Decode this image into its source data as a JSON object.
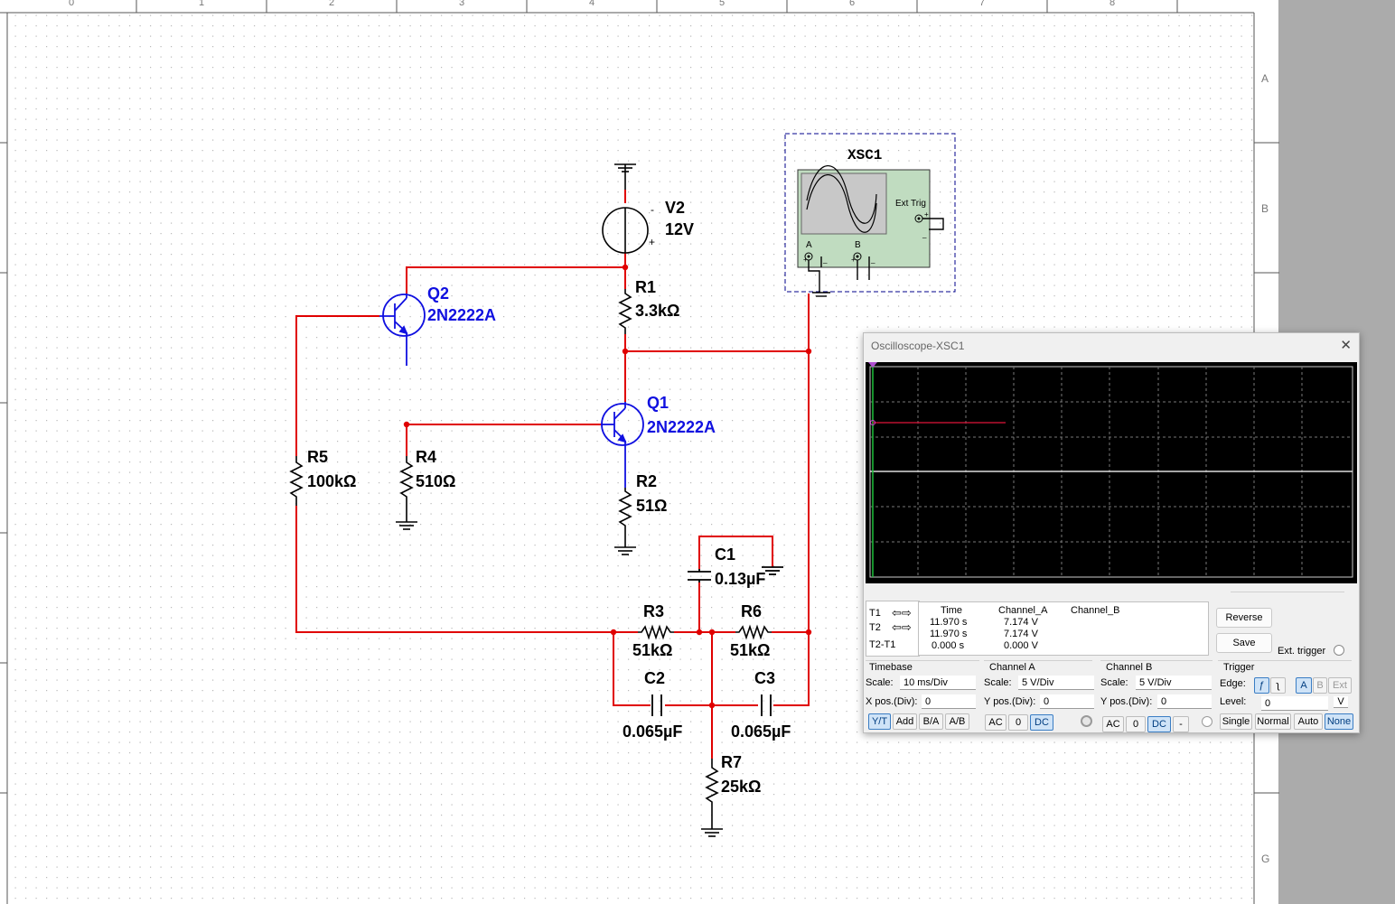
{
  "schematic": {
    "ruler": {
      "columns": [
        "0",
        "1",
        "2",
        "3",
        "4",
        "5",
        "6",
        "7",
        "8"
      ],
      "rows": [
        "A",
        "B",
        "G"
      ]
    },
    "components": {
      "v2": {
        "ref": "V2",
        "value": "12V",
        "minus": "-",
        "plus": "+"
      },
      "r1": {
        "ref": "R1",
        "value": "3.3kΩ"
      },
      "r2": {
        "ref": "R2",
        "value": "51Ω"
      },
      "r3": {
        "ref": "R3",
        "value": "51kΩ"
      },
      "r4": {
        "ref": "R4",
        "value": "510Ω"
      },
      "r5": {
        "ref": "R5",
        "value": "100kΩ"
      },
      "r6": {
        "ref": "R6",
        "value": "51kΩ"
      },
      "r7": {
        "ref": "R7",
        "value": "25kΩ"
      },
      "c1": {
        "ref": "C1",
        "value": "0.13µF"
      },
      "c2": {
        "ref": "C2",
        "value": "0.065µF"
      },
      "c3": {
        "ref": "C3",
        "value": "0.065µF"
      },
      "q1": {
        "ref": "Q1",
        "value": "2N2222A"
      },
      "q2": {
        "ref": "Q2",
        "value": "2N2222A"
      },
      "xsc1": {
        "ref": "XSC1",
        "ext_trig": "Ext Trig",
        "ch_a": "A",
        "ch_b": "B"
      }
    },
    "colors": {
      "wire": "#e00000",
      "transistor": "#1010e0",
      "component": "#000000",
      "scope_body": "#c0dcc0"
    }
  },
  "oscilloscope": {
    "title": "Oscilloscope-XSC1",
    "cursors": {
      "t1": "T1",
      "t2": "T2",
      "t2t1": "T2-T1"
    },
    "readout": {
      "headers": [
        "Time",
        "Channel_A",
        "Channel_B"
      ],
      "rows": [
        [
          "11.970 s",
          "7.174 V",
          ""
        ],
        [
          "11.970 s",
          "7.174 V",
          ""
        ],
        [
          "0.000 s",
          "0.000 V",
          ""
        ]
      ]
    },
    "buttons": {
      "reverse": "Reverse",
      "save": "Save",
      "ext_trigger": "Ext. trigger"
    },
    "timebase": {
      "title": "Timebase",
      "scale_label": "Scale:",
      "scale": "10 ms/Div",
      "xpos_label": "X pos.(Div):",
      "xpos": "0",
      "modes": [
        "Y/T",
        "Add",
        "B/A",
        "A/B"
      ]
    },
    "channel_a": {
      "title": "Channel A",
      "scale_label": "Scale:",
      "scale": "5  V/Div",
      "ypos_label": "Y pos.(Div):",
      "ypos": "0",
      "coupling": [
        "AC",
        "0",
        "DC"
      ]
    },
    "channel_b": {
      "title": "Channel B",
      "scale_label": "Scale:",
      "scale": "5  V/Div",
      "ypos_label": "Y pos.(Div):",
      "ypos": "0",
      "coupling": [
        "AC",
        "0",
        "DC",
        "-"
      ]
    },
    "trigger": {
      "title": "Trigger",
      "edge_label": "Edge:",
      "edge_sources": [
        "A",
        "B",
        "Ext"
      ],
      "level_label": "Level:",
      "level": "0",
      "level_unit": "V",
      "modes": [
        "Single",
        "Normal",
        "Auto",
        "None"
      ]
    }
  }
}
